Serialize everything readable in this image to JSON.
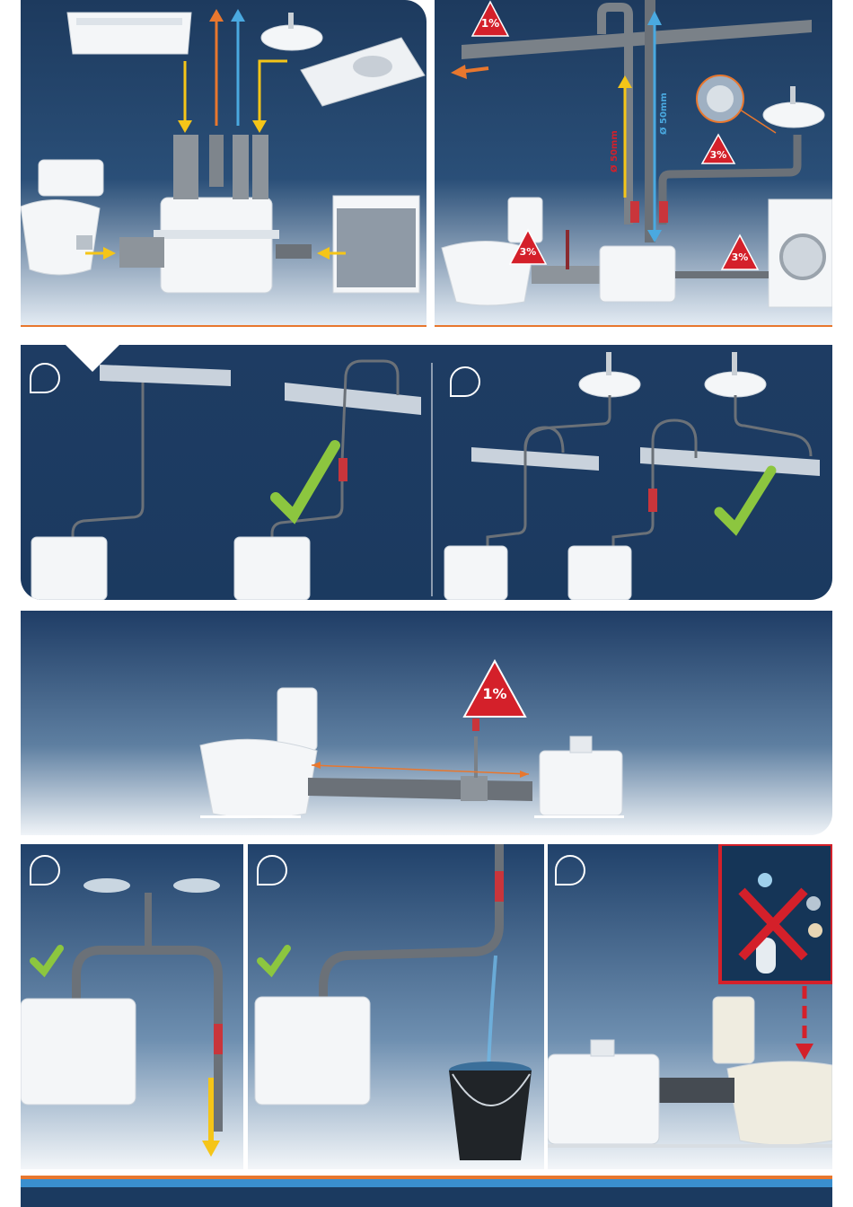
{
  "labels": {
    "slope_1pct": "1%",
    "slope_3pct": "3%",
    "pipe_diameter": "Ø 50mm"
  },
  "colors": {
    "navy": "#1d3a5e",
    "orange": "#e8772e",
    "yellow": "#f5c518",
    "blue_arrow": "#4aa9e0",
    "warning_red": "#d4202a",
    "check_green": "#8cc63f",
    "pipe_gray": "#6b6f74",
    "footer_blue": "#3a8fcf"
  },
  "icons": [
    "warning-triangle-icon",
    "checkmark-icon",
    "cross-icon",
    "arrow-icon",
    "step-marker-icon"
  ]
}
